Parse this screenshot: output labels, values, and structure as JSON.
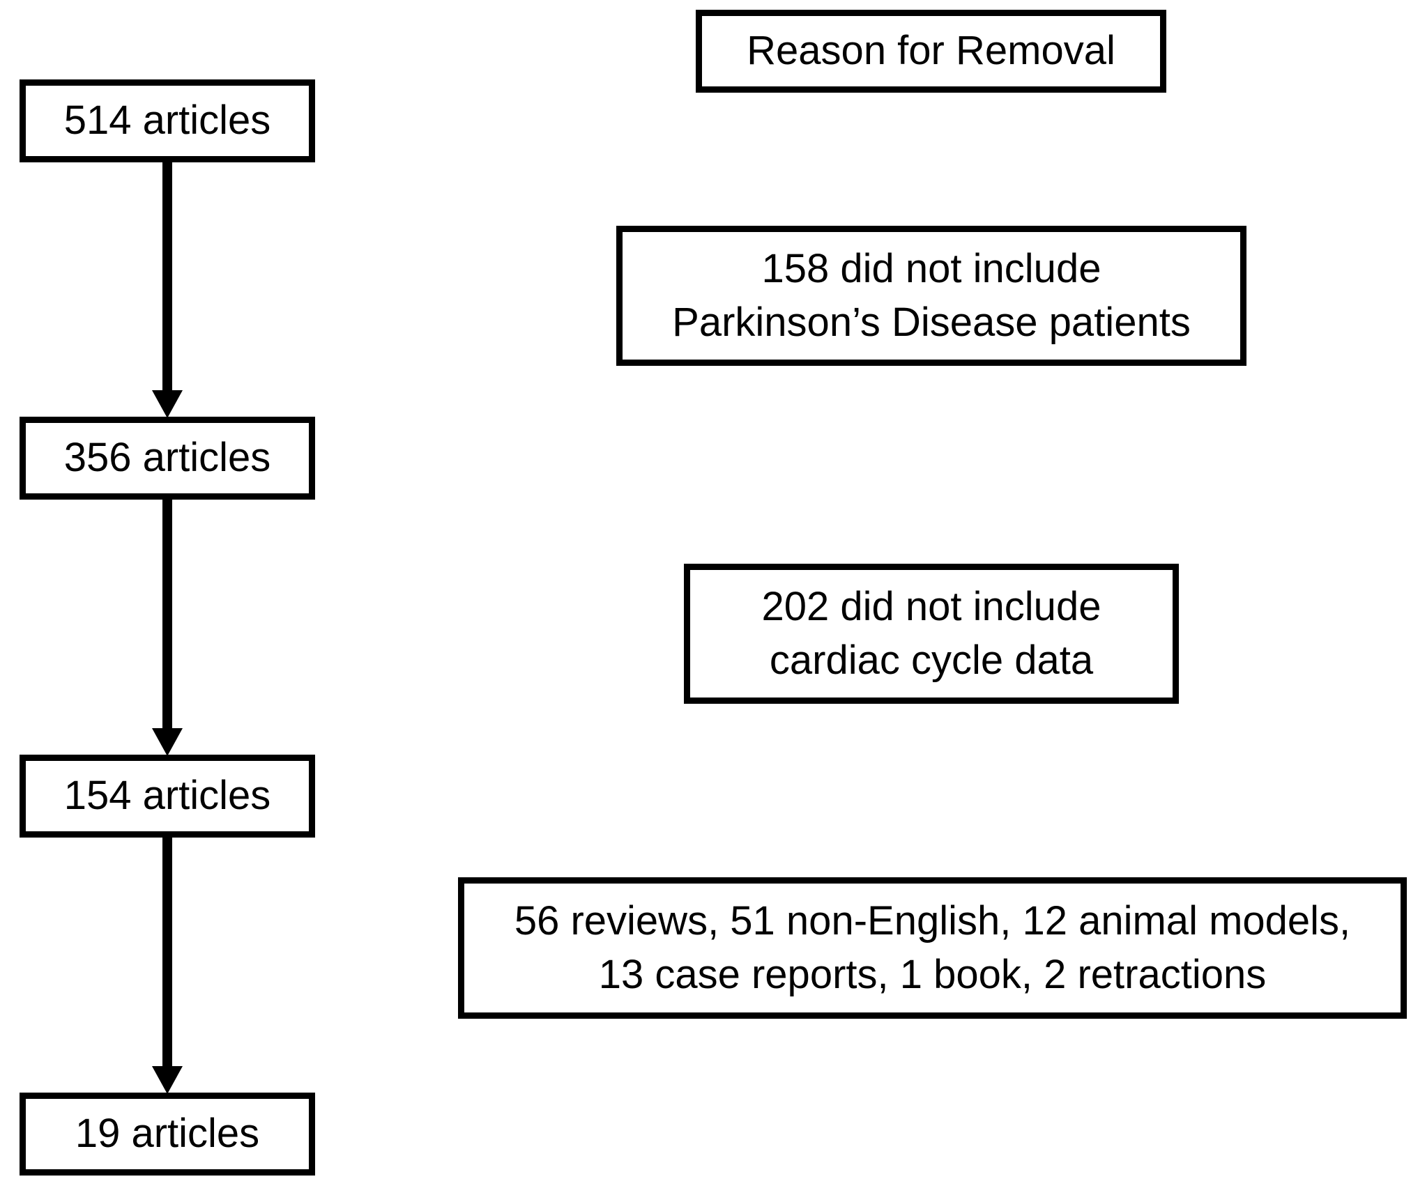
{
  "flow": {
    "stage_1": "514 articles",
    "stage_2": "356 articles",
    "stage_3": "154 articles",
    "stage_4": "19 articles"
  },
  "removal": {
    "header": "Reason for Removal",
    "reason_1": {
      "line_1": "158 did not include",
      "line_2": "Parkinson’s Disease patients"
    },
    "reason_2": {
      "line_1": "202 did not include",
      "line_2": "cardiac cycle data"
    },
    "reason_3": {
      "line_1": "56 reviews, 51 non-English, 12 animal models,",
      "line_2": "13 case reports, 1 book, 2 retractions"
    }
  },
  "colors": {
    "stroke": "#000000",
    "background": "#ffffff"
  }
}
